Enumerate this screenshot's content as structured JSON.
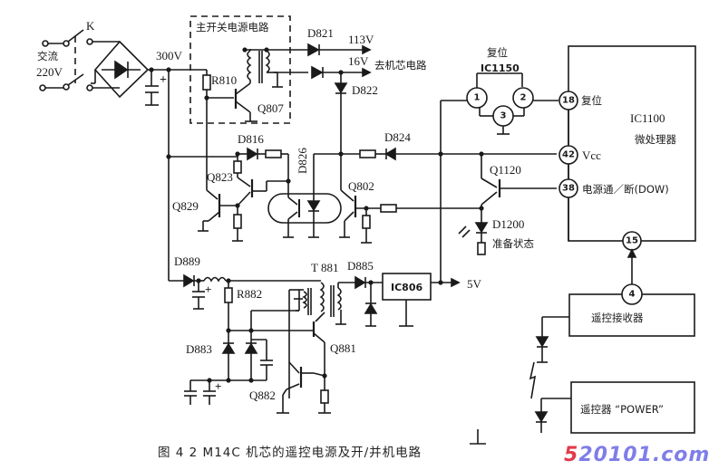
{
  "figure": {
    "caption": "图 4  2  M14C 机芯的遥控电源及开/并机电路",
    "watermark_prefix": "5",
    "watermark_rest": "20101.com",
    "accent_colors": {
      "watermark_red": "#e23a4a",
      "watermark_blue": "#7f7ee8"
    }
  },
  "labels": {
    "switch_k": "K",
    "ac_input_line1": "交流",
    "ac_input_line2": "220V",
    "dc_300v": "300V",
    "main_psu_box": "主开关电源电路",
    "r810": "R810",
    "q807": "Q807",
    "d821": "D821",
    "v113": "113V",
    "v16": "16V",
    "to_chassis": "去机芯电路",
    "d822": "D822",
    "d816": "D816",
    "q823": "Q823",
    "q829": "Q829",
    "d826": "D826",
    "q802": "Q802",
    "d824": "D824",
    "reset_title": "复位",
    "ic1150": "IC1150",
    "ic1150_pins": [
      "1",
      "2",
      "3"
    ],
    "ic1100": "IC1100",
    "ic1100_desc": "微处理器",
    "pin18": "18",
    "pin18_label": "复位",
    "pin42": "42",
    "pin42_label": "Vcc",
    "pin38": "38",
    "pin38_label": "电源通／断(DOW)",
    "pin15": "15",
    "q1120": "Q1120",
    "d1200": "D1200",
    "standby_led": "准备状态",
    "d889": "D889",
    "t881": "T 881",
    "d885": "D885",
    "ic806": "IC806",
    "v5": "5V",
    "r882": "R882",
    "d883": "D883",
    "q881": "Q881",
    "q882": "Q882",
    "receiver_pin": "4",
    "receiver": "遥控接收器",
    "remote": "遥控器 “POWER”"
  }
}
